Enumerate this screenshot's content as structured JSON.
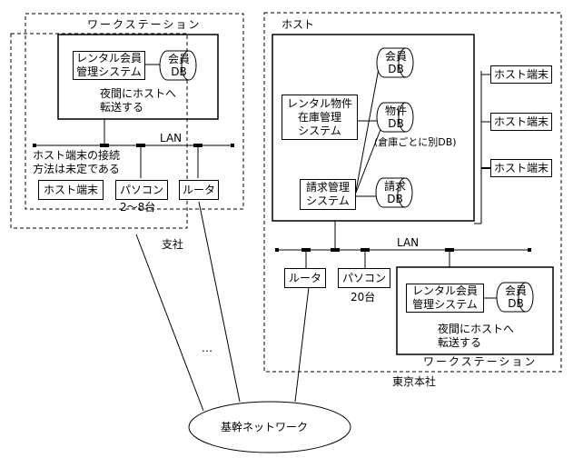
{
  "branch": {
    "label": "支社",
    "workstation": {
      "title": "ワークステーション",
      "system": [
        "レンタル会員",
        "管理システム"
      ],
      "db": [
        "会員",
        "DB"
      ],
      "note": [
        "夜間にホストへ",
        "転送する"
      ]
    },
    "lan_label": "LAN",
    "terminal_note": [
      "ホスト端末の接続",
      "方法は未定である"
    ],
    "devices": {
      "host_terminal": "ホスト端末",
      "pc": "パソコン",
      "pc_count": "2～8台",
      "router": "ルータ"
    }
  },
  "headquarters": {
    "label": "東京本社",
    "host": {
      "title": "ホスト",
      "rental_system": [
        "レンタル物件",
        "在庫管理",
        "システム"
      ],
      "billing_system": [
        "請求管理",
        "システム"
      ],
      "member_db": [
        "会員",
        "DB"
      ],
      "property_db": [
        "物件",
        "DB"
      ],
      "property_db_note": "(倉庫ごとに別DB)",
      "billing_db": [
        "請求",
        "DB"
      ]
    },
    "host_terminals": [
      "ホスト端末",
      "ホスト端末",
      "ホスト端末"
    ],
    "lan_label": "LAN",
    "devices": {
      "router": "ルータ",
      "pc": "パソコン",
      "pc_count": "20台"
    },
    "workstation": {
      "title": "ワークステーション",
      "system": [
        "レンタル会員",
        "管理システム"
      ],
      "db": [
        "会員",
        "DB"
      ],
      "note": [
        "夜間にホストへ",
        "転送する"
      ]
    }
  },
  "backbone": {
    "label": "基幹ネットワーク",
    "ellipsis": "…"
  }
}
